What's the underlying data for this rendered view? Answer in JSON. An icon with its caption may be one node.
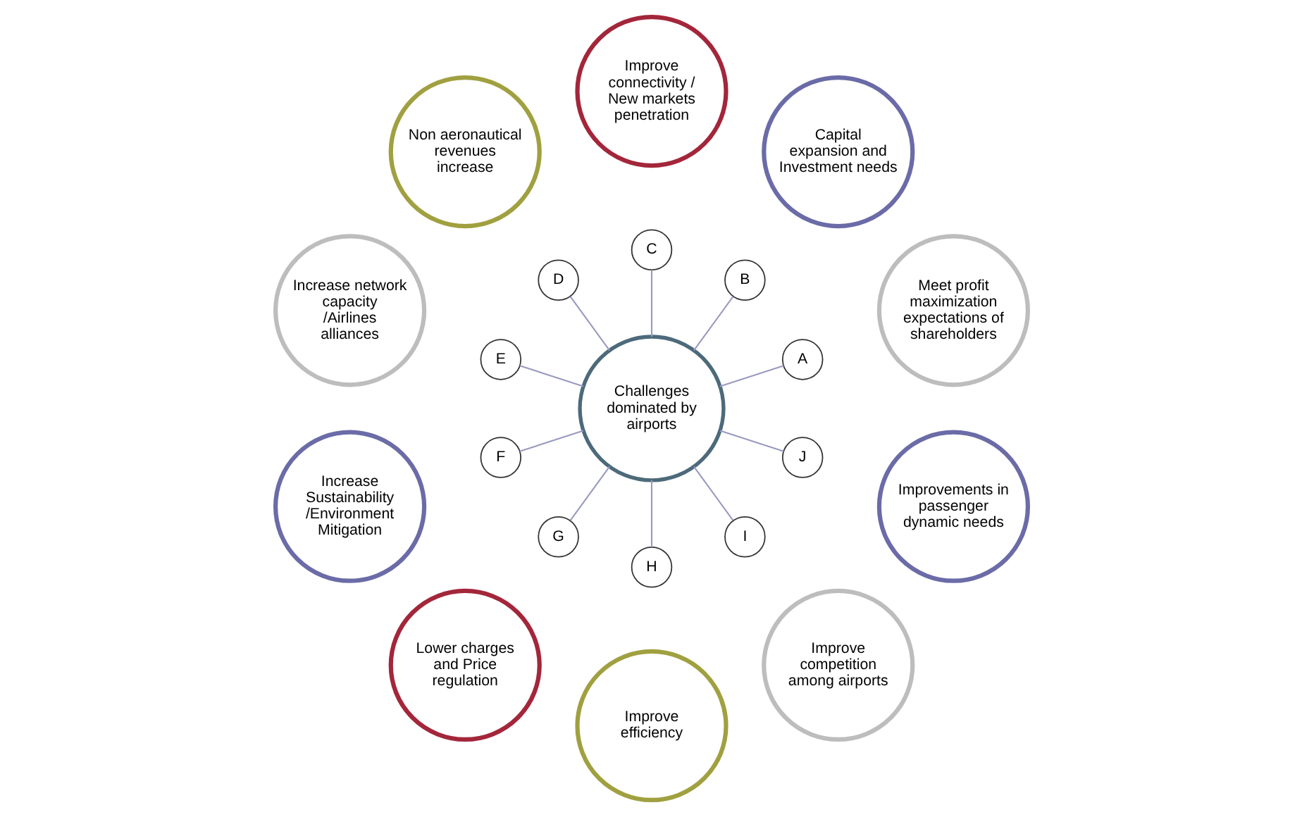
{
  "diagram": {
    "nodes": [
      {
        "text": [
          "Challenges dominated by airports"
        ]
      },
      {
        "text": [
          "Meet profit maximization expectations of shareholders"
        ]
      },
      {
        "text": [
          "A"
        ]
      },
      {
        "text": [
          "Capital expansion and Investment needs"
        ]
      },
      {
        "text": [
          "B"
        ]
      },
      {
        "text": [
          "Improve connectivity / New markets penetration"
        ]
      },
      {
        "text": [
          "C"
        ]
      },
      {
        "text": [
          "Non aeronautical revenues increase"
        ]
      },
      {
        "text": [
          "D"
        ]
      },
      {
        "text": [
          "Increase network capacity /Airlines alliances"
        ]
      },
      {
        "text": [
          "E"
        ]
      },
      {
        "text": [
          "Increase Sustainability /Environment Mitigation"
        ]
      },
      {
        "text": [
          "F"
        ]
      },
      {
        "text": [
          "Lower charges and Price regulation"
        ]
      },
      {
        "text": [
          "G"
        ]
      },
      {
        "text": [
          "Improve efficiency"
        ]
      },
      {
        "text": [
          "H"
        ]
      },
      {
        "text": [
          "Improve competition among airports"
        ]
      },
      {
        "text": [
          "I"
        ]
      },
      {
        "text": [
          "Improvements in passenger dynamic needs"
        ]
      },
      {
        "text": [
          "J"
        ]
      }
    ],
    "edges": [
      {
        "from": 0,
        "to": 2,
        "arrow": "none"
      },
      {
        "from": 0,
        "to": 4,
        "arrow": "none"
      },
      {
        "from": 0,
        "to": 6,
        "arrow": "none"
      },
      {
        "from": 0,
        "to": 8,
        "arrow": "none"
      },
      {
        "from": 0,
        "to": 10,
        "arrow": "none"
      },
      {
        "from": 0,
        "to": 12,
        "arrow": "none"
      },
      {
        "from": 0,
        "to": 14,
        "arrow": "none"
      },
      {
        "from": 0,
        "to": 16,
        "arrow": "none"
      },
      {
        "from": 0,
        "to": 18,
        "arrow": "none"
      },
      {
        "from": 0,
        "to": 20,
        "arrow": "none"
      }
    ]
  }
}
